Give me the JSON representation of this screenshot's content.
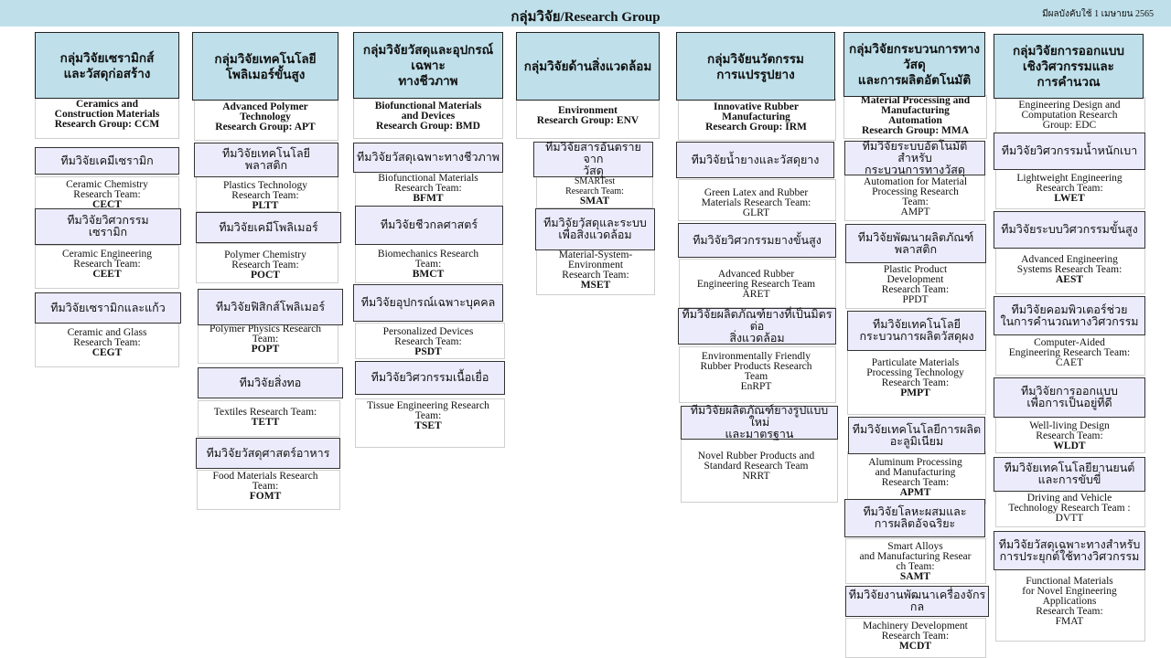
{
  "header": {
    "title": "กลุ่มวิจัย/Research Group",
    "effective_date": "มีผลบังคับใช้ 1 เมษายน 2565"
  },
  "groups": [
    {
      "name_th": "กลุ่มวิจัยเซรามิกส์\nและวัสดุก่อสร้าง",
      "name_en": "Ceramics and\nConstruction Materials\nResearch Group: CCM",
      "teams": [
        {
          "name_th": "ทีมวิจัยเคมีเซรามิก",
          "name_en": "Ceramic Chemistry\nResearch Team:",
          "code": "CECT"
        },
        {
          "name_th": "ทีมวิจัยวิศวกรรม\nเซรามิก",
          "name_en": "Ceramic Engineering\nResearch Team:",
          "code": "CEET"
        },
        {
          "name_th": "ทีมวิจัยเซรามิกและแก้ว",
          "name_en": "Ceramic and Glass\nResearch Team:",
          "code": "CEGT"
        }
      ]
    },
    {
      "name_th": "กลุ่มวิจัยเทคโนโลยี\nโพลิเมอร์ขั้นสูง",
      "name_en": "Advanced Polymer\nTechnology\nResearch Group: APT",
      "teams": [
        {
          "name_th": "ทีมวิจัยเทคโนโลยี\nพลาสติก",
          "name_en": "Plastics Technology\nResearch Team:",
          "code": "PLTT"
        },
        {
          "name_th": "ทีมวิจัยเคมีโพลิเมอร์",
          "name_en": "Polymer Chemistry\nResearch Team:",
          "code": "POCT"
        },
        {
          "name_th": "ทีมวิจัยฟิสิกส์โพลิเมอร์",
          "name_en": "Polymer Physics Research\nTeam:",
          "code": "POPT"
        },
        {
          "name_th": "ทีมวิจัยสิ่งทอ",
          "name_en": "Textiles Research Team:",
          "code": "TETT"
        },
        {
          "name_th": "ทีมวิจัยวัสดุศาสตร์อาหาร",
          "name_en": "Food Materials Research\nTeam:",
          "code": "FOMT"
        }
      ]
    },
    {
      "name_th": "กลุ่มวิจัยวัสดุและอุปกรณ์เฉพาะ\nทางชีวภาพ",
      "name_en": "Biofunctional Materials\nand Devices\nResearch Group: BMD",
      "teams": [
        {
          "name_th": "ทีมวิจัยวัสดุเฉพาะทางชีวภาพ",
          "name_en": "Biofunctional Materials\nResearch Team:",
          "code": "BFMT"
        },
        {
          "name_th": "ทีมวิจัยชีวกลศาสตร์",
          "name_en": "Biomechanics Research\nTeam:",
          "code": "BMCT"
        },
        {
          "name_th": "ทีมวิจัยอุปกรณ์เฉพาะบุคคล",
          "name_en": "Personalized Devices\nResearch Team:",
          "code": "PSDT"
        },
        {
          "name_th": "ทีมวิจัยวิศวกรรมเนื้อเยื่อ",
          "name_en": "Tissue Engineering Research\nTeam:",
          "code": "TSET"
        }
      ]
    },
    {
      "name_th": "กลุ่มวิจัยด้านสิ่งแวดล้อม",
      "name_en": "Environment\nResearch Group: ENV",
      "teams": [
        {
          "name_th": "ทีมวิจัยสารอันตรายจาก\nวัสดุ",
          "name_en": "SMARTest\nResearch Team:",
          "code": "SMAT"
        },
        {
          "name_th": "ทีมวิจัยวัสดุและระบบ\nเพื่อสิ่งแวดล้อม",
          "name_en": "Material-System-\nEnvironment\nResearch Team:",
          "code": "MSET"
        }
      ]
    },
    {
      "name_th": "กลุ่มวิจัยนวัตกรรม\nการแปรรูปยาง",
      "name_en": "Innovative Rubber\nManufacturing\nResearch Group: IRM",
      "teams": [
        {
          "name_th": "ทีมวิจัยน้ำยางและวัสดุยาง",
          "name_en": "Green Latex and Rubber\nMaterials Research Team:",
          "code": "GLRT"
        },
        {
          "name_th": "ทีมวิจัยวิศวกรรมยางขั้นสูง",
          "name_en": "Advanced Rubber\nEngineering Research Team",
          "code": "ARET"
        },
        {
          "name_th": "ทีมวิจัยผลิตภัณฑ์ยางที่เป็นมิตรต่อ\nสิ่งแวดล้อม",
          "name_en": "Environmentally Friendly\nRubber Products Research\nTeam",
          "code": "EnRPT"
        },
        {
          "name_th": "ทีมวิจัยผลิตภัณฑ์ยางรูปแบบใหม่\nและมาตรฐาน",
          "name_en": "Novel Rubber Products and\nStandard Research Team",
          "code": "NRRT"
        }
      ]
    },
    {
      "name_th": "กลุ่มวิจัยกระบวนการทางวัสดุ\nและการผลิตอัตโนมัติ",
      "name_en": "Material Processing and\nManufacturing\nAutomation\nResearch Group: MMA",
      "teams": [
        {
          "name_th": "ทีมวิจัยระบบอัตโนมัติสำหรับ\nกระบวนการทางวัสดุ",
          "name_en": "Automation for Material\nProcessing Research\nTeam:",
          "code": "AMPT"
        },
        {
          "name_th": "ทีมวิจัยพัฒนาผลิตภัณฑ์\nพลาสติก",
          "name_en": "Plastic Product\nDevelopment\nResearch Team:",
          "code": "PPDT"
        },
        {
          "name_th": "ทีมวิจัยเทคโนโลยี\nกระบวนการผลิตวัสดุผง",
          "name_en": "Particulate Materials\nProcessing Technology\nResearch Team:",
          "code": "PMPT"
        },
        {
          "name_th": "ทีมวิจัยเทคโนโลยีการผลิต\nอะลูมิเนียม",
          "name_en": "Aluminum Processing\nand Manufacturing\nResearch Team:",
          "code": "APMT"
        },
        {
          "name_th": "ทีมวิจัยโลหะผสมและ\nการผลิตอัจฉริยะ",
          "name_en": "Smart Alloys\nand Manufacturing Resear\nch Team:",
          "code": "SAMT"
        },
        {
          "name_th": "ทีมวิจัยงานพัฒนาเครื่องจักรกล",
          "name_en": "Machinery Development\nResearch Team:",
          "code": "MCDT"
        }
      ]
    },
    {
      "name_th": "กลุ่มวิจัยการออกแบบ\nเชิงวิศวกรรมและ\nการคำนวณ",
      "name_en": "Engineering Design and\nComputation  Research\nGroup: EDC",
      "teams": [
        {
          "name_th": "ทีมวิจัยวิศวกรรมน้ำหนักเบา",
          "name_en": "Lightweight Engineering\nResearch Team:",
          "code": "LWET"
        },
        {
          "name_th": "ทีมวิจัยระบบวิศวกรรมขั้นสูง",
          "name_en": "Advanced Engineering\nSystems Research Team:",
          "code": "AEST"
        },
        {
          "name_th": "ทีมวิจัยคอมพิวเตอร์ช่วย\nในการคำนวณทางวิศวกรรม",
          "name_en": "Computer-Aided\nEngineering Research Team:",
          "code": "CAET"
        },
        {
          "name_th": "ทีมวิจัยการออกแบบ\nเพื่อการเป็นอยู่ที่ดี",
          "name_en": "Well-living  Design\nResearch Team:",
          "code": "WLDT"
        },
        {
          "name_th": "ทีมวิจัยเทคโนโลยียานยนต์\nและการขับขี่",
          "name_en": "Driving and Vehicle\nTechnology Research Team :",
          "code": "DVTT"
        },
        {
          "name_th": "ทีมวิจัยวัสดุเฉพาะทางสำหรับ\nการประยุกต์ใช้ทางวิศวกรรม",
          "name_en": "Functional Materials\nfor Novel Engineering\nApplications\nResearch Team:",
          "code": "FMAT"
        }
      ]
    }
  ]
}
